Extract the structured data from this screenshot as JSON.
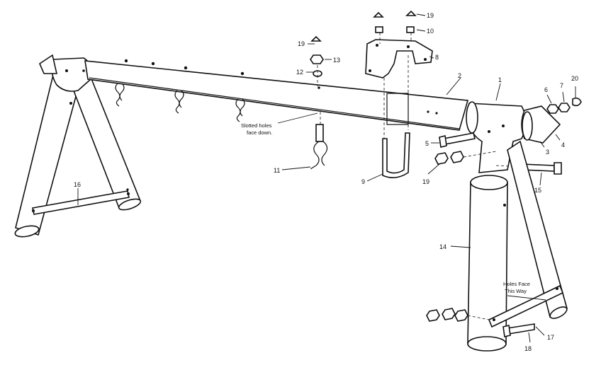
{
  "diagram": {
    "part_numbers": {
      "p1": "1",
      "p2": "2",
      "p3": "3",
      "p4": "4",
      "p5": "5",
      "p6": "6",
      "p7": "7",
      "p8": "8",
      "p9": "9",
      "p10": "10",
      "p11": "11",
      "p12": "12",
      "p13": "13",
      "p14": "14",
      "p15": "15",
      "p16": "16",
      "p17": "17",
      "p18": "18",
      "p19a": "19",
      "p19b": "19",
      "p19c": "19",
      "p20": "20"
    },
    "notes": {
      "slotted_line1": "Slotted holes",
      "slotted_line2": "face down.",
      "holes_line1": "Holes Face",
      "holes_line2": "This Way"
    }
  }
}
